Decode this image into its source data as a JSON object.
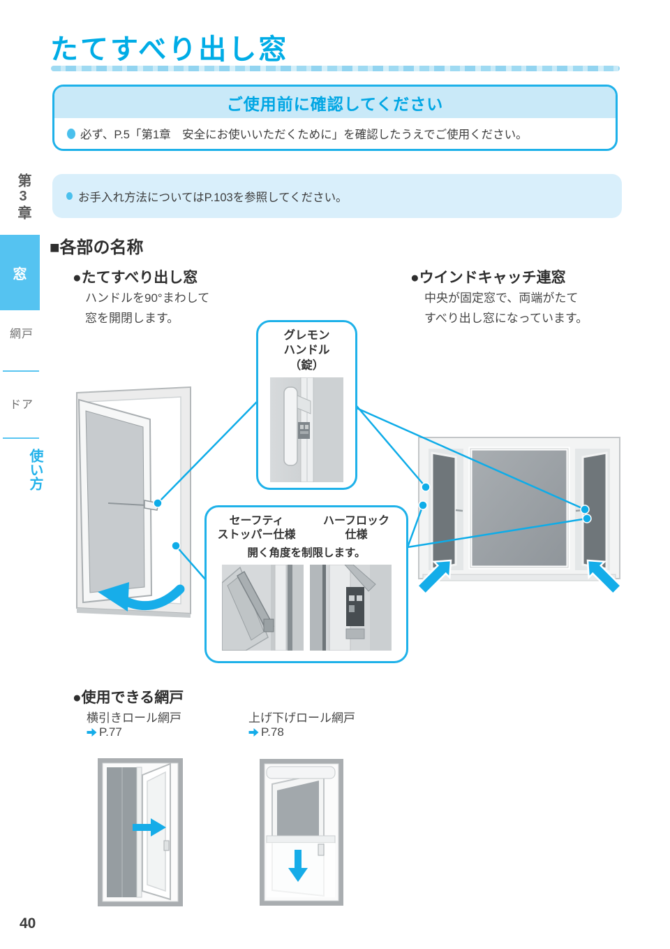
{
  "title": "たてすべり出し窓",
  "page_number": "40",
  "sidebar": {
    "chapter": "第3章",
    "tab_mado": "窓",
    "item_amido": "網戸",
    "item_door": "ドア",
    "item_usage": "使い方"
  },
  "confirm_box": {
    "title": "ご使用前に確認してください",
    "body": "必ず、P.5「第1章　安全にお使いいただくために」を確認したうえでご使用ください。"
  },
  "note_box": {
    "text": "お手入れ方法についてはP.103を参照してください。"
  },
  "section_heading": "■各部の名称",
  "parts_left": {
    "heading": "●たてすべり出し窓",
    "desc": "ハンドルを90°まわして\n窓を開閉します。"
  },
  "parts_right": {
    "heading": "●ウインドキャッチ連窓",
    "desc": "中央が固定窓で、両端がたて\nすべり出し窓になっています。"
  },
  "callout_handle": {
    "label": "グレモン\nハンドル\n（錠）"
  },
  "callout_stopper": {
    "label_left": "セーフティ\nストッパー仕様",
    "label_right": "ハーフロック\n仕様",
    "caption": "開く角度を制限します。"
  },
  "screens": {
    "heading": "●使用できる網戸",
    "items": [
      {
        "name": "横引きロール網戸",
        "page_ref": "P.77"
      },
      {
        "name": "上げ下げロール網戸",
        "page_ref": "P.78"
      }
    ]
  },
  "icons": {
    "bullet": "circle-bullet",
    "page_ref_arrow": "right-arrow",
    "open_direction": "curved-arrow",
    "wind_catch": "diagonal-arrows"
  },
  "colors": {
    "accent": "#00ACE6",
    "accent_border": "#1EB1E9",
    "header_band": "#C9E9F8",
    "note_bg": "#D9EFFB",
    "tab_bg": "#55C3F1",
    "text_dark": "#3c3c3c"
  }
}
